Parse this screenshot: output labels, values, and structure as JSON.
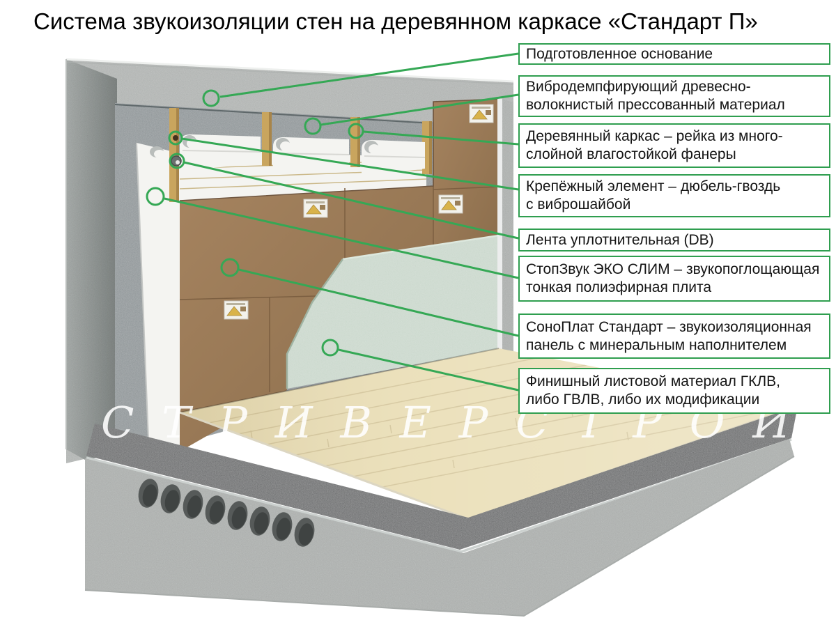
{
  "title": "Система звукоизоляции стен на деревянном каркасе «Стандарт П»",
  "watermark": "С Т Р И В Е Р   С Т Р О Й",
  "colors": {
    "accent": "#35a855",
    "accent_dark": "#2f9e4f",
    "concrete": "#c9ccca",
    "concrete_side": "#9aa09e",
    "membrane": "#7e8689",
    "white_panel": "#f4f4f1",
    "batten": "#c9a55e",
    "brown_panel": "#9c7c57",
    "mint_panel": "#c5d4c7",
    "parquet": "#e9ddb4",
    "screed": "#4d5051",
    "slab": "#c3c6c4"
  },
  "callouts": [
    {
      "text": "Подготовленное основание"
    },
    {
      "text": "Вибродемпфирующий древесно-\nволокнистый прессованный материал"
    },
    {
      "text": "Деревянный каркас – рейка из много-\nслойной влагостойкой фанеры"
    },
    {
      "text": "Крепёжный элемент – дюбель-гвоздь\nс виброшайбой"
    },
    {
      "text": "Лента уплотнительная (DB)"
    },
    {
      "text": "СтопЗвук ЭКО СЛИМ – звукопоглощающая\nтонкая полиэфирная плита"
    },
    {
      "text": "СоноПлат Стандарт – звукоизоляционная\nпанель с минеральным наполнителем"
    },
    {
      "text": "Финишный листовой материал ГКЛВ,\nлибо ГВЛВ, либо их модификации"
    }
  ]
}
